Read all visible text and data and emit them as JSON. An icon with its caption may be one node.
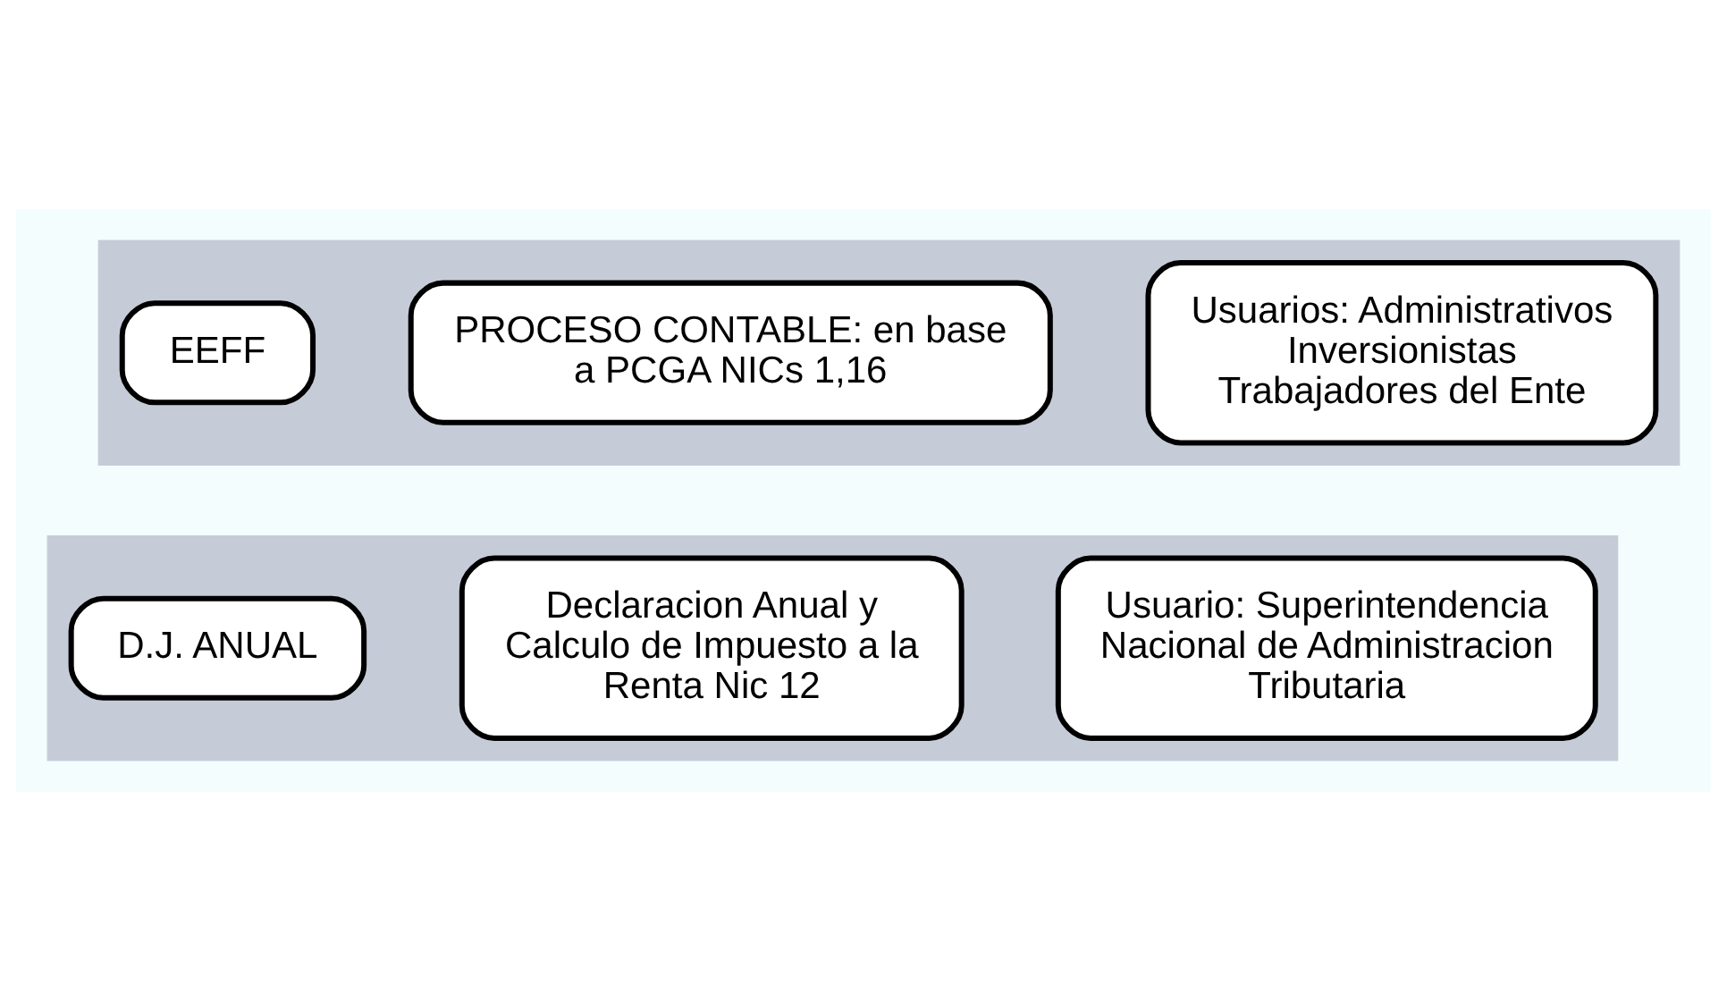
{
  "diagram": {
    "nodes": [
      {
        "text": [],
        "shape": "arrow"
      },
      {
        "text": [
          "EEFF"
        ],
        "in": 0
      },
      {
        "text": [
          "PROCESO CONTABLE: en base a PCGA NICs 1,16"
        ],
        "in": 0
      },
      {
        "text": [
          "Usuarios: Administrativos Inversionistas Trabajadores del Ente"
        ],
        "in": 0
      },
      {
        "text": [],
        "shape": "arrow"
      },
      {
        "text": [
          "D.J. ANUAL"
        ],
        "in": 4
      },
      {
        "text": [
          "Declaracion Anual y Calculo de Impuesto a la Renta Nic 12"
        ],
        "in": 4
      },
      {
        "text": [
          "Usuario: Superintendencia Nacional de Administracion Tributaria"
        ],
        "in": 4
      }
    ],
    "edges": []
  }
}
